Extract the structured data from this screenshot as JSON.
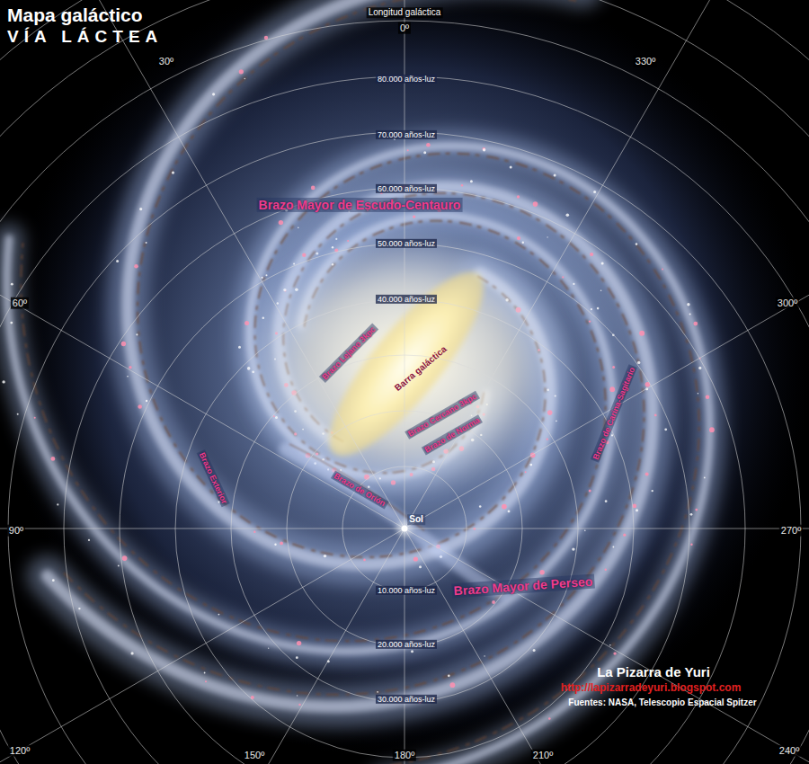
{
  "diagram": {
    "title": "Mapa galáctico",
    "labels": [
      "VÍA LÁCTEA",
      "Longitud galáctica",
      "0º",
      "30º",
      "330º",
      "60º",
      "300º",
      "90º",
      "270º",
      "120º",
      "240º",
      "150º",
      "180º",
      "210º",
      "80.000 años-luz",
      "70.000 años-luz",
      "60.000 años-luz",
      "50.000 años-luz",
      "40.000 años-luz",
      "10.000 años-luz",
      "20.000 años-luz",
      "30.000 años-luz",
      "Brazo Mayor de Escudo-Centauro",
      "Brazo Lejano 3kpc",
      "Barra galáctica",
      "Brazo Cercano 3kpc",
      "Brazo de Norma",
      "Brazo de Carina-Sagitario",
      "Brazo Exterior",
      "Brazo de Orión",
      "Sol",
      "Brazo Mayor de Perseo",
      "La Pizarra de Yuri",
      "http://lapizarradeyuri.blogspot.com",
      "Fuentes: NASA, Telescopio Espacial Spitzer"
    ]
  }
}
